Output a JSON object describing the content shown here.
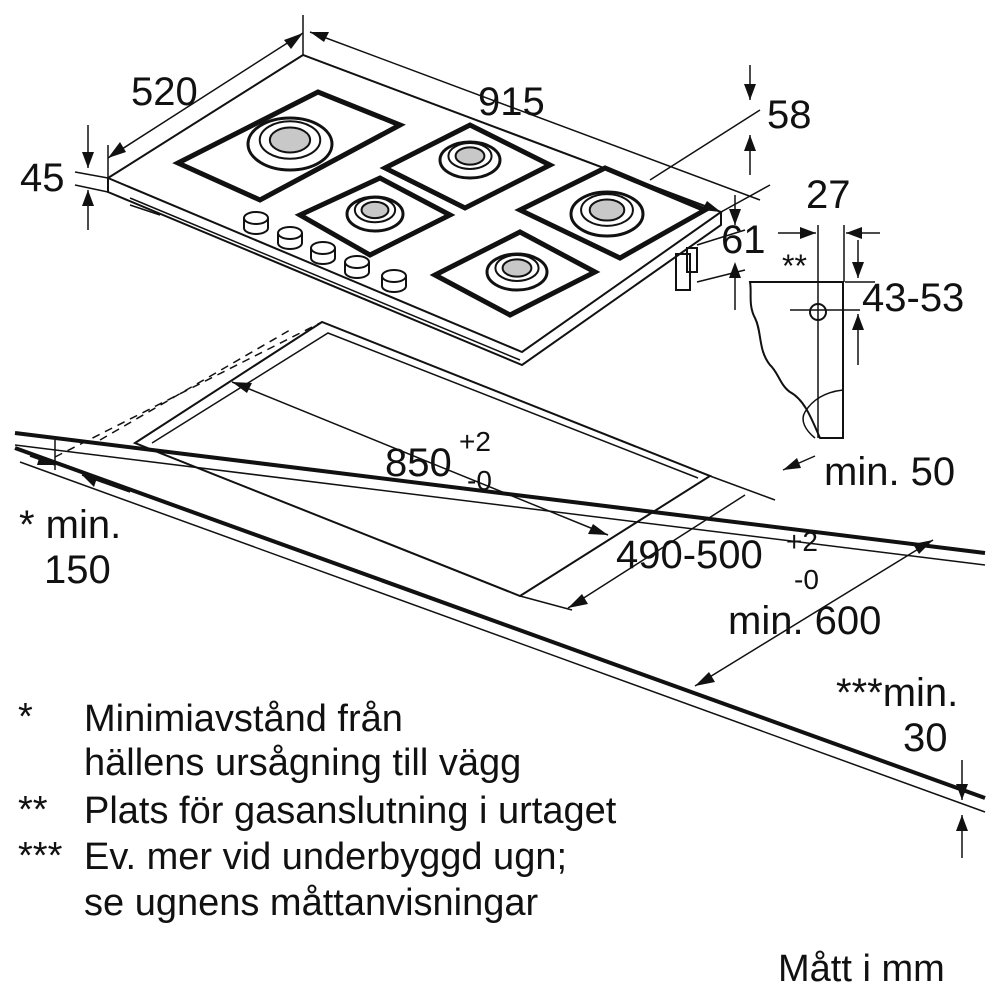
{
  "dimensions": {
    "width_top": "520",
    "length_top": "915",
    "height_left": "45",
    "depth_right": "58",
    "leg_height": "61",
    "bracket_width": "27",
    "bracket_mark": "**",
    "bracket_range": "43-53",
    "cutout_width_main": "850",
    "cutout_width_plus": "+2",
    "cutout_width_minus": "-0",
    "cutout_depth_main": "490-500",
    "cutout_depth_plus": "+2",
    "cutout_depth_minus": "-0",
    "wall_gap_line1": "* min.",
    "wall_gap_line2": "150",
    "back_gap": "min. 50",
    "worktop_depth": "min. 600",
    "front_gap_line1": "***min.",
    "front_gap_line2": "30"
  },
  "notes": [
    {
      "marker": "*",
      "line1": "Minimiavstånd från",
      "line2": "hällens ursågning till vägg"
    },
    {
      "marker": "**",
      "line1": "Plats för gasanslutning i urtaget"
    },
    {
      "marker": "***",
      "line1": "Ev. mer vid underbyggd ugn;",
      "line2": "se ugnens måttanvisningar"
    }
  ],
  "unit_note": "Mått i mm",
  "colors": {
    "line": "#111111",
    "background": "#ffffff"
  }
}
